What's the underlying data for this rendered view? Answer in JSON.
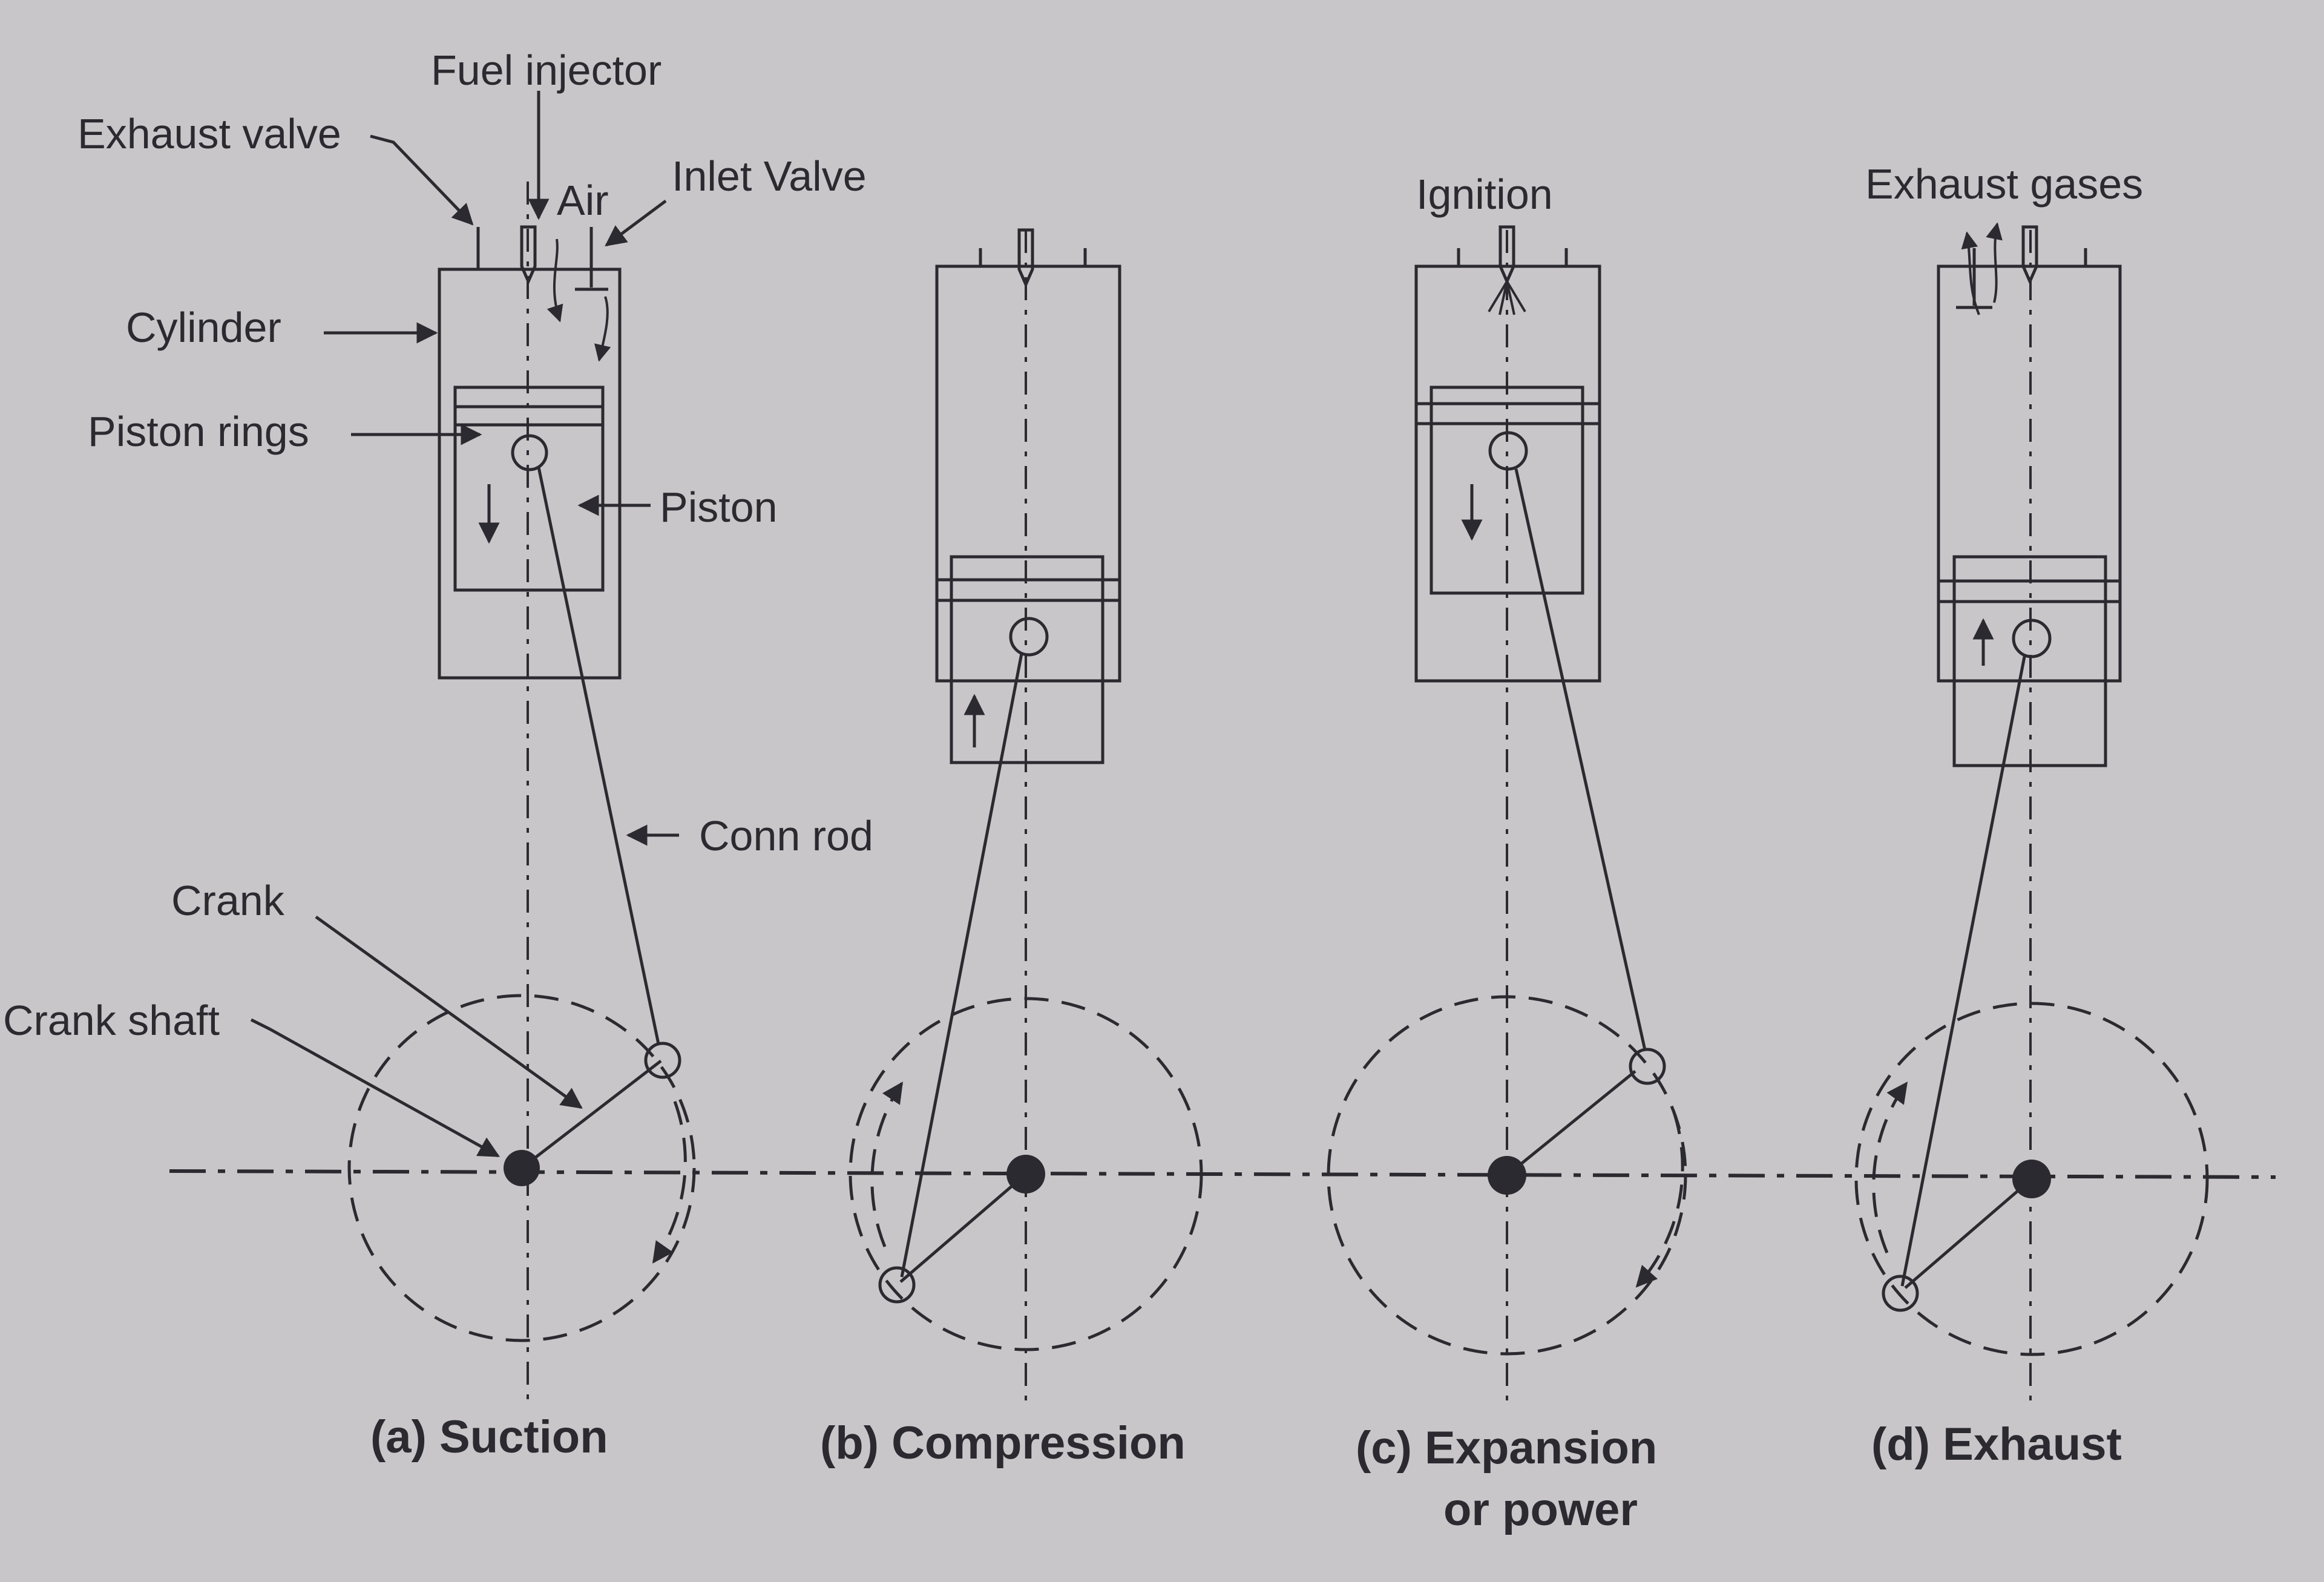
{
  "labels": {
    "fuel_injector": "Fuel injector",
    "exhaust_valve": "Exhaust valve",
    "air": "Air",
    "inlet_valve": "Inlet Valve",
    "cylinder": "Cylinder",
    "piston_rings": "Piston rings",
    "piston": "Piston",
    "conn_rod": "Conn rod",
    "crank": "Crank",
    "crank_shaft": "Crank shaft",
    "ignition": "Ignition",
    "exhaust_gases": "Exhaust gases"
  },
  "captions": {
    "a": "(a) Suction",
    "b": "(b) Compression",
    "c1": "(c) Expansion",
    "c2": "or power",
    "d": "(d) Exhaust"
  },
  "colors": {
    "ink": "#2b2a30",
    "paper": "#c9c6c9"
  }
}
